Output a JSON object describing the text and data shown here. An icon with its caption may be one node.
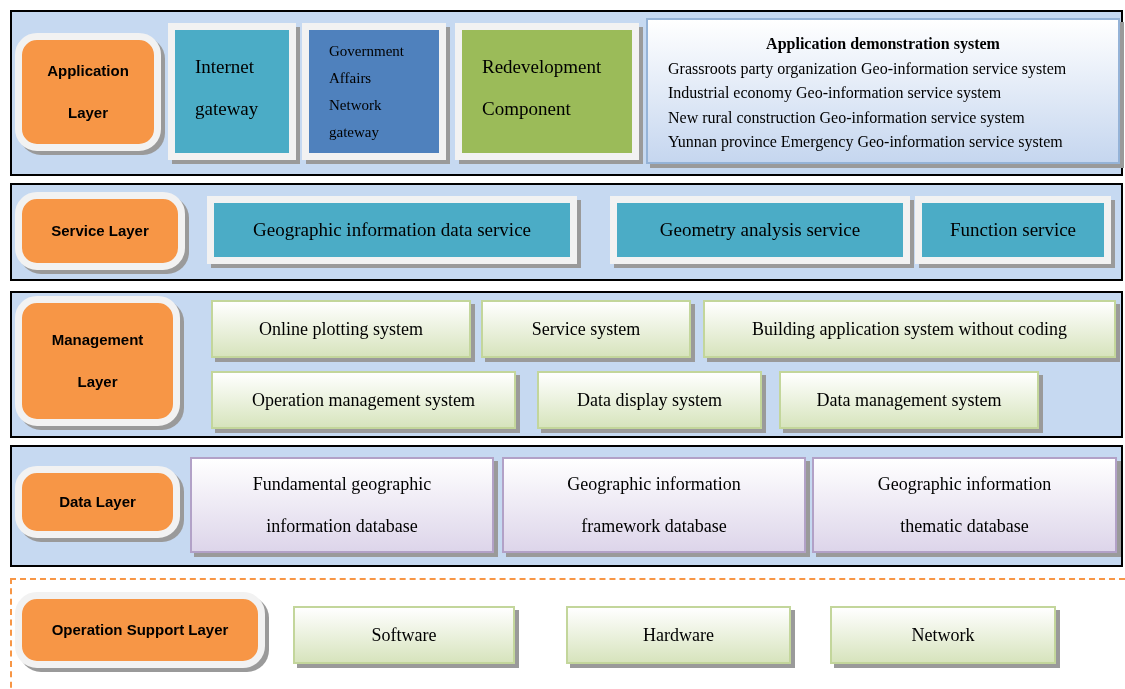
{
  "diagram": {
    "nodes": [
      {
        "text": [],
        "shape": "band"
      },
      {
        "text": [
          "Application Layer"
        ],
        "in": 0
      },
      {
        "text": [
          "Internet gateway"
        ],
        "in": 0
      },
      {
        "text": [
          "Government Affairs Network gateway"
        ],
        "in": 0
      },
      {
        "text": [
          "Redevelopment Component"
        ],
        "in": 0
      },
      {
        "text": [
          "Application demonstration system",
          "Grassroots party organization Geo-information service system",
          "Industrial economy Geo-information service system",
          "New rural construction Geo-information service system",
          "Yunnan province Emergency Geo-information service system"
        ],
        "in": 0
      },
      {
        "text": [],
        "shape": "band"
      },
      {
        "text": [
          "Service Layer"
        ],
        "in": 6
      },
      {
        "text": [
          "Geographic information data service"
        ],
        "in": 6
      },
      {
        "text": [
          "Geometry analysis service"
        ],
        "in": 6
      },
      {
        "text": [
          "Function service"
        ],
        "in": 6
      },
      {
        "text": [],
        "shape": "band"
      },
      {
        "text": [
          "Management Layer"
        ],
        "in": 11
      },
      {
        "text": [
          "Online plotting system"
        ],
        "in": 11
      },
      {
        "text": [
          "Service system"
        ],
        "in": 11
      },
      {
        "text": [
          "Building application system without coding"
        ],
        "in": 11
      },
      {
        "text": [
          "Operation management system"
        ],
        "in": 11
      },
      {
        "text": [
          "Data display system"
        ],
        "in": 11
      },
      {
        "text": [
          "Data management system"
        ],
        "in": 11
      },
      {
        "text": [],
        "shape": "band"
      },
      {
        "text": [
          "Data Layer"
        ],
        "in": 19
      },
      {
        "text": [
          "Fundamental geographic information database"
        ],
        "in": 19
      },
      {
        "text": [
          "Geographic information framework database"
        ],
        "in": 19
      },
      {
        "text": [
          "Geographic information thematic database"
        ],
        "in": 19
      },
      {
        "text": [],
        "shape": "band"
      },
      {
        "text": [
          "Operation Support Layer"
        ],
        "in": 24
      },
      {
        "text": [
          "Software"
        ],
        "in": 24
      },
      {
        "text": [
          "Hardware"
        ],
        "in": 24
      },
      {
        "text": [
          "Network"
        ],
        "in": 24
      }
    ]
  }
}
